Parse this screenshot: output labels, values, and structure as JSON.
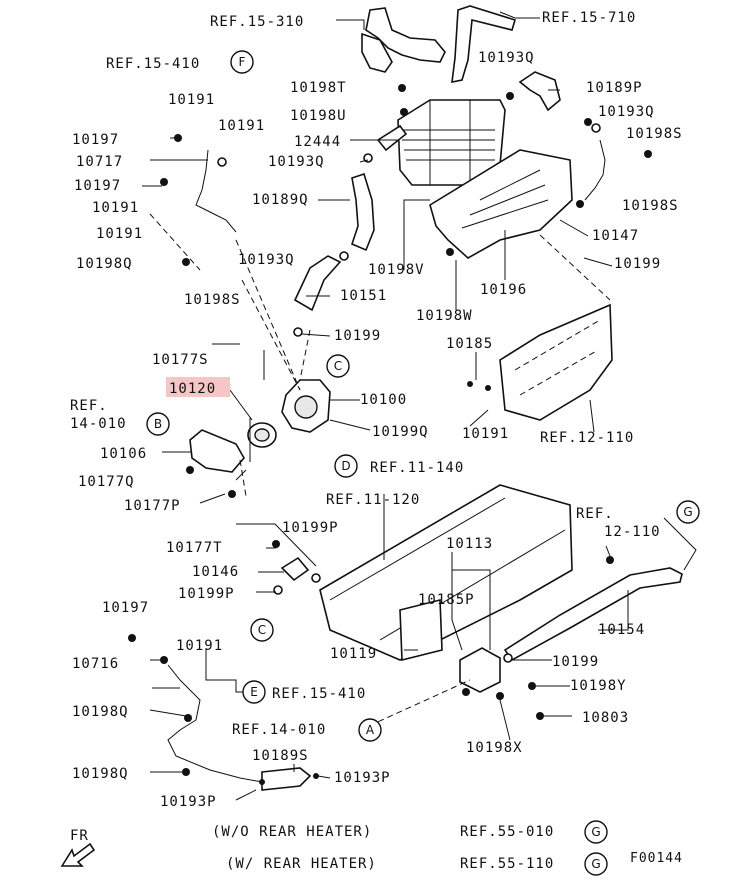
{
  "diagram": {
    "code": "F00144",
    "fr_label": "FR",
    "highlighted_part": "10120",
    "circled_refs": [
      "B",
      "C",
      "D",
      "E",
      "F",
      "G"
    ],
    "labels": [
      "REF.15-310",
      "REF.15-710",
      "REF.15-410",
      "10193Q",
      "10189P",
      "10191",
      "10198T",
      "10198U",
      "10193Q",
      "10197",
      "10191",
      "12444",
      "10198S",
      "10717",
      "10193Q",
      "10197",
      "10189Q",
      "10198S",
      "10191",
      "10147",
      "10191",
      "10198Q",
      "10193Q",
      "10198V",
      "10196",
      "10199",
      "10198S",
      "10151",
      "10198W",
      "10199",
      "10185",
      "10177S",
      "10120",
      "10100",
      "REF.",
      "14-010",
      "10199Q",
      "10191",
      "REF.12-110",
      "10106",
      "REF.11-140",
      "10177Q",
      "10177P",
      "REF.11-120",
      "REF.",
      "12-110",
      "10199P",
      "10113",
      "10177T",
      "10146",
      "10199P",
      "10185P",
      "10154",
      "10197",
      "10119",
      "10191",
      "10199",
      "10716",
      "REF.15-410",
      "10198Y",
      "10198Q",
      "10803",
      "REF.14-010",
      "10189S",
      "10198X",
      "10198Q",
      "10193P",
      "10193P",
      "(W/O  REAR  HEATER)",
      "REF.55-010",
      "(W/  REAR  HEATER)",
      "REF.55-110"
    ]
  }
}
